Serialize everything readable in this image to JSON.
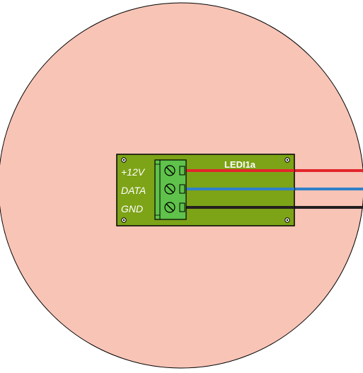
{
  "colors": {
    "background": "#ffffff",
    "disc_fill": "#f7c4b6",
    "board_fill": "#7da317",
    "terminal_fill": "#5fc24a",
    "wire_power": "#e3262b",
    "wire_data": "#2f80c8",
    "wire_ground": "#231f20"
  },
  "board": {
    "title": "LEDI1a",
    "pins": [
      {
        "label": "+12V",
        "wire": "wire_power"
      },
      {
        "label": "DATA",
        "wire": "wire_data"
      },
      {
        "label": "GND",
        "wire": "wire_ground"
      }
    ]
  }
}
